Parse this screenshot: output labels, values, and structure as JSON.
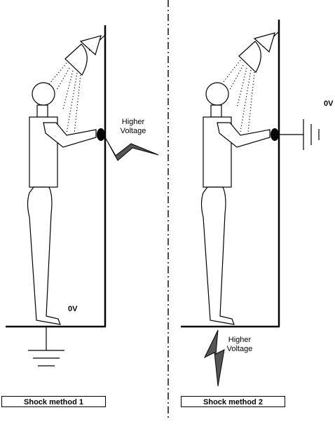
{
  "panels": [
    {
      "higher_voltage_line1": "Higher",
      "higher_voltage_line2": "Voltage",
      "zero_volt_label": "0V",
      "caption": "Shock method 1"
    },
    {
      "higher_voltage_line1": "Higher",
      "higher_voltage_line2": "Voltage",
      "zero_volt_label": "0V",
      "caption": "Shock method 2"
    }
  ]
}
